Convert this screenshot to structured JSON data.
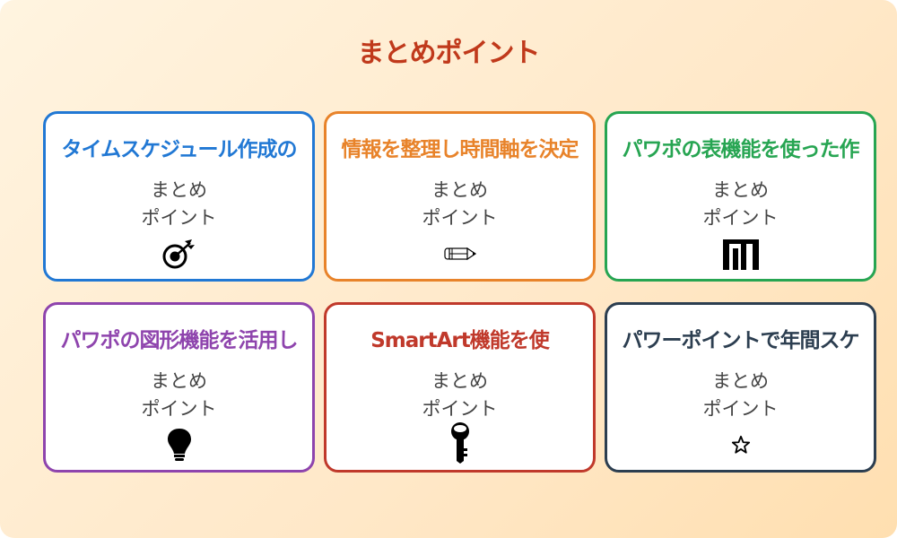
{
  "title": "まとめポイント",
  "colors": {
    "title": "#c0391b",
    "background_start": "#fff4e0",
    "background_end": "#ffdfb0"
  },
  "cards": [
    {
      "title": "タイムスケジュール作成の",
      "sub_line1": "まとめ",
      "sub_line2": "ポイント",
      "icon": "target-arrow-icon",
      "color": "#2178d4"
    },
    {
      "title": "情報を整理し時間軸を決定",
      "sub_line1": "まとめ",
      "sub_line2": "ポイント",
      "icon": "pencil-icon",
      "color": "#e8832a"
    },
    {
      "title": "パワポの表機能を使った作",
      "sub_line1": "まとめ",
      "sub_line2": "ポイント",
      "icon": "bar-chart-icon",
      "color": "#27a552"
    },
    {
      "title": "パワポの図形機能を活用し",
      "sub_line1": "まとめ",
      "sub_line2": "ポイント",
      "icon": "lightbulb-icon",
      "color": "#8e44ad"
    },
    {
      "title": "SmartArt機能を使",
      "sub_line1": "まとめ",
      "sub_line2": "ポイント",
      "icon": "key-icon",
      "color": "#c0392b"
    },
    {
      "title": "パワーポイントで年間スケ",
      "sub_line1": "まとめ",
      "sub_line2": "ポイント",
      "icon": "star-icon",
      "color": "#2c3e50"
    }
  ]
}
